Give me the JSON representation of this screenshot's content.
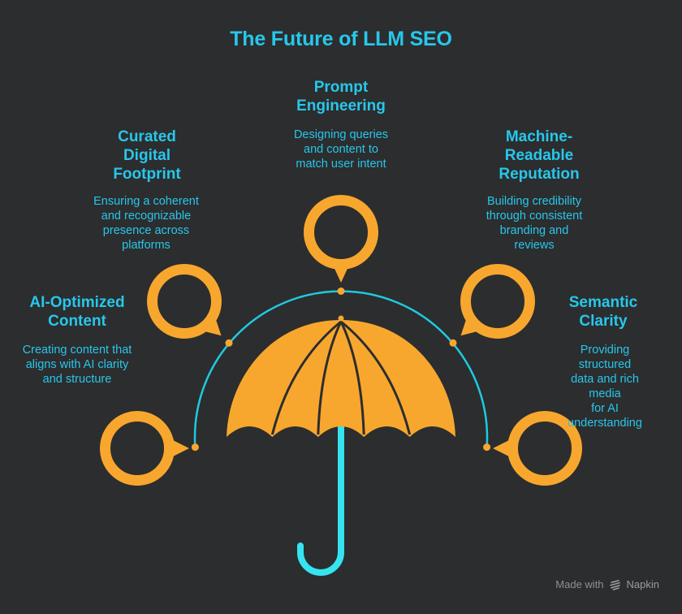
{
  "title": "The Future of LLM SEO",
  "topics": {
    "prompt_engineering": {
      "heading": "Prompt\nEngineering",
      "body": "Designing queries\nand content to\nmatch user intent"
    },
    "curated_digital_footprint": {
      "heading": "Curated\nDigital\nFootprint",
      "body": "Ensuring a coherent\nand recognizable\npresence across\nplatforms"
    },
    "machine_readable_reputation": {
      "heading": "Machine-\nReadable\nReputation",
      "body": "Building credibility\nthrough consistent\nbranding and\nreviews"
    },
    "ai_optimized_content": {
      "heading": "AI-Optimized\nContent",
      "body": "Creating content that\naligns with AI clarity\nand structure"
    },
    "semantic_clarity": {
      "heading": "Semantic\nClarity",
      "body": "Providing structured\ndata and rich media\nfor AI understanding"
    }
  },
  "footer": {
    "made_with": "Made with",
    "brand": "Napkin",
    "logo_icon": "napkin-logo-icon"
  },
  "icons": {
    "center_illustration": "umbrella-icon",
    "topic_marker": "speech-bubble-icon"
  },
  "colors": {
    "background": "#2c2d2e",
    "text_cyan": "#27c7ec",
    "shape_orange": "#f8a72e",
    "arc_cyan": "#1fc9df",
    "handle_cyan": "#36e3f0",
    "footer_gray": "#8f9092"
  }
}
